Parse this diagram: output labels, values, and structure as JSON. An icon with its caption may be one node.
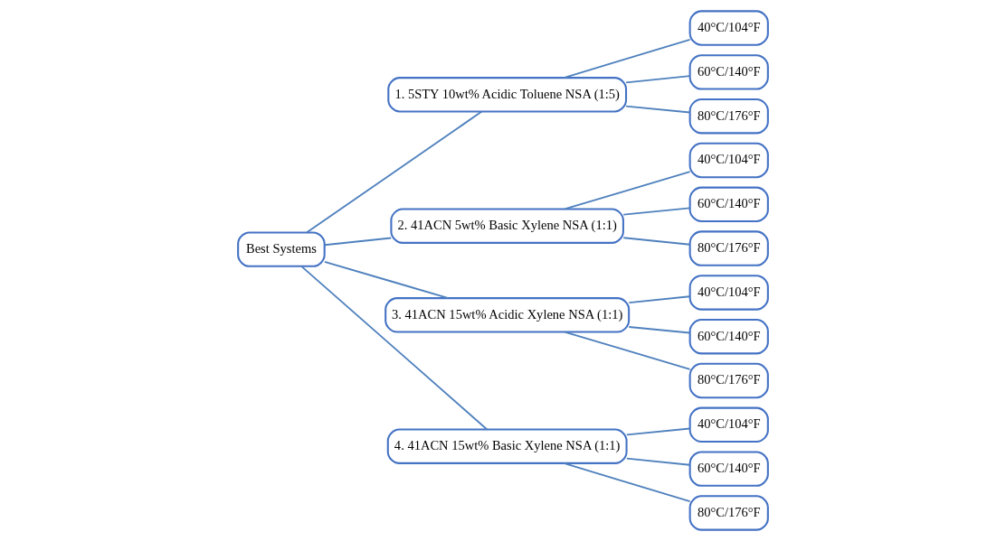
{
  "diagram": {
    "nodes": [
      {
        "text": [
          "Best Systems"
        ]
      },
      {
        "text": [
          "1. 5STY 10wt% Acidic Toluene NSA (1:5)"
        ]
      },
      {
        "text": [
          "40°C/104°F"
        ]
      },
      {
        "text": [
          "60°C/140°F"
        ]
      },
      {
        "text": [
          "80°C/176°F"
        ]
      },
      {
        "text": [
          "2. 41ACN 5wt% Basic Xylene NSA (1:1)"
        ]
      },
      {
        "text": [
          "40°C/104°F"
        ]
      },
      {
        "text": [
          "60°C/140°F"
        ]
      },
      {
        "text": [
          "80°C/176°F"
        ]
      },
      {
        "text": [
          "3. 41ACN 15wt% Acidic Xylene NSA (1:1)"
        ]
      },
      {
        "text": [
          "40°C/104°F"
        ]
      },
      {
        "text": [
          "60°C/140°F"
        ]
      },
      {
        "text": [
          "80°C/176°F"
        ]
      },
      {
        "text": [
          "4. 41ACN 15wt% Basic Xylene NSA (1:1)"
        ]
      },
      {
        "text": [
          "40°C/104°F"
        ]
      },
      {
        "text": [
          "60°C/140°F"
        ]
      },
      {
        "text": [
          "80°C/176°F"
        ]
      }
    ],
    "edges": [
      {
        "from": 0,
        "to": 1,
        "arrow": "none"
      },
      {
        "from": 1,
        "to": 2,
        "arrow": "none"
      },
      {
        "from": 1,
        "to": 3,
        "arrow": "none"
      },
      {
        "from": 1,
        "to": 4,
        "arrow": "none"
      },
      {
        "from": 0,
        "to": 5,
        "arrow": "none"
      },
      {
        "from": 5,
        "to": 6,
        "arrow": "none"
      },
      {
        "from": 5,
        "to": 7,
        "arrow": "none"
      },
      {
        "from": 5,
        "to": 8,
        "arrow": "none"
      },
      {
        "from": 0,
        "to": 9,
        "arrow": "none"
      },
      {
        "from": 9,
        "to": 10,
        "arrow": "none"
      },
      {
        "from": 9,
        "to": 11,
        "arrow": "none"
      },
      {
        "from": 9,
        "to": 12,
        "arrow": "none"
      },
      {
        "from": 0,
        "to": 13,
        "arrow": "none"
      },
      {
        "from": 13,
        "to": 14,
        "arrow": "none"
      },
      {
        "from": 13,
        "to": 15,
        "arrow": "none"
      },
      {
        "from": 13,
        "to": 16,
        "arrow": "none"
      }
    ]
  }
}
